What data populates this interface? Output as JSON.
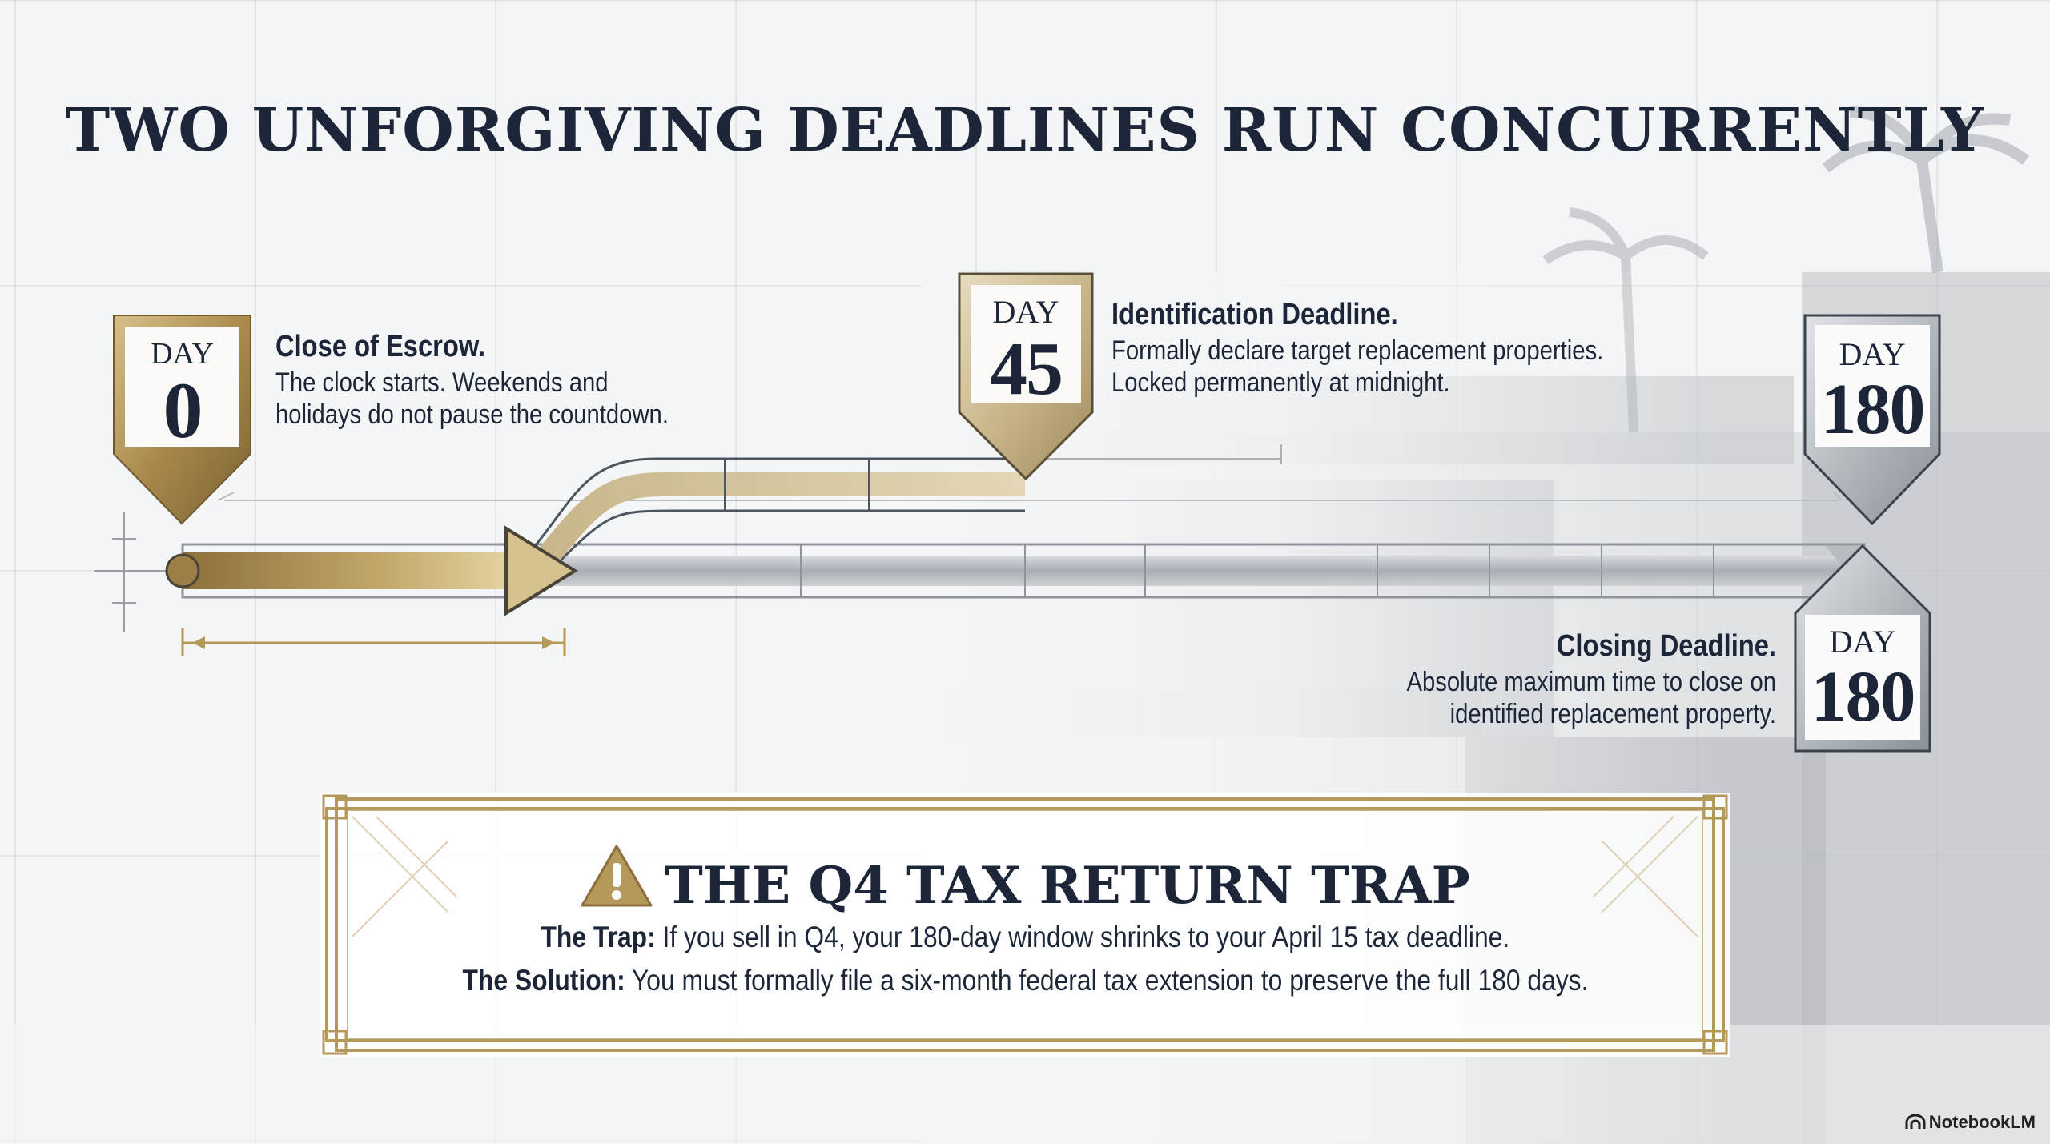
{
  "title": "TWO UNFORGIVING DEADLINES RUN CONCURRENTLY",
  "milestones": [
    {
      "day_word": "DAY",
      "day_num": "0",
      "heading": "Close of Escrow.",
      "body_lines": [
        "The clock starts. Weekends and",
        "holidays do not pause the countdown."
      ]
    },
    {
      "day_word": "DAY",
      "day_num": "45",
      "heading": "Identification Deadline.",
      "body_lines": [
        "Formally declare target replacement properties.",
        "Locked permanently at midnight."
      ]
    },
    {
      "day_word": "DAY",
      "day_num": "180"
    },
    {
      "day_word": "DAY",
      "day_num": "180",
      "heading": "Closing Deadline.",
      "body_lines": [
        "Absolute maximum time to close on",
        "identified replacement property."
      ]
    }
  ],
  "trap": {
    "title": "THE Q4 TAX RETURN TRAP",
    "line1_label": "The Trap:",
    "line1_text": "If you sell in Q4, your 180-day window shrinks to your April 15 tax deadline.",
    "line2_label": "The Solution:",
    "line2_text": "You must formally file a six-month federal tax extension to preserve the full 180 days."
  },
  "branding": "NotebookLM",
  "colors": {
    "navy": "#1c2638",
    "gold": "#b5995a",
    "silver": "#a7adb4"
  }
}
